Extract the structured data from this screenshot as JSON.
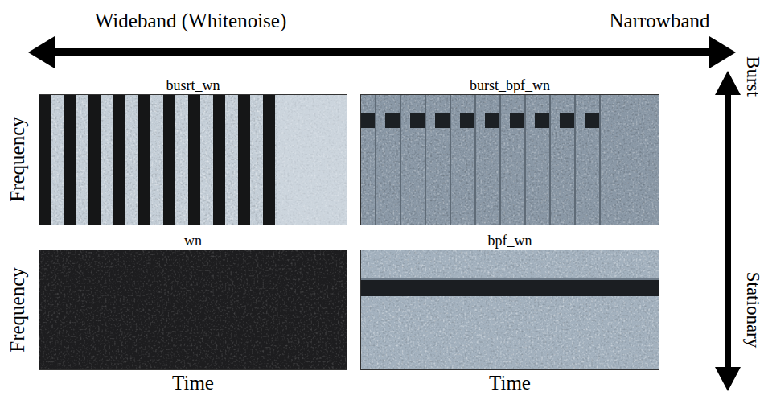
{
  "diagram": {
    "nodes": [
      {
        "text": [
          "busrt_wn"
        ]
      },
      {
        "text": [
          "burst_bpf_wn"
        ]
      },
      {
        "text": [
          "wn"
        ]
      },
      {
        "text": [
          "bpf_wn"
        ]
      }
    ],
    "labels": [
      "Wideband (Whitenoise)",
      "Narrowband",
      "Burst",
      "Stationary",
      "Frequency",
      "Frequency",
      "Time",
      "Time"
    ]
  }
}
